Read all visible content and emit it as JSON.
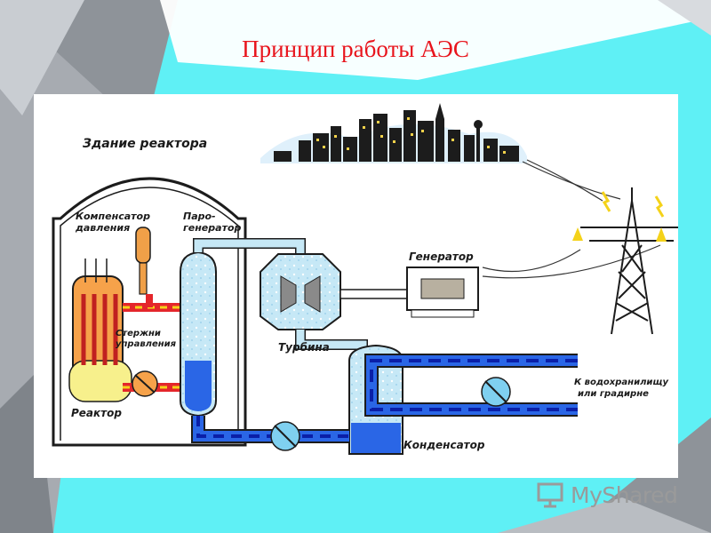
{
  "slide": {
    "title": "Принцип работы АЭС"
  },
  "diagram": {
    "labels": {
      "reactor_building": "Здание реактора",
      "pressurizer_line1": "Компенсатор",
      "pressurizer_line2": "давления",
      "steam_gen_line1": "Паро-",
      "steam_gen_line2": "генератор",
      "control_rods_line1": "Стержни",
      "control_rods_line2": "управления",
      "reactor": "Реактор",
      "turbine": "Турбина",
      "generator": "Генератор",
      "condenser": "Конденсатор",
      "reservoir_line1": "К водохранилищу",
      "reservoir_line2": "или градирне"
    },
    "colors": {
      "hot_loop": "#e4262b",
      "hot_dash": "#f5d21a",
      "cold_water": "#1f5fe0",
      "cold_dash": "#0a1fa8",
      "steam": "#bfe4f4",
      "reactor_fill": "#f7f08c",
      "vessel": "#f0b060"
    }
  },
  "watermark": {
    "text": "MyShared"
  },
  "theme": {
    "cyan_bg": "#5ff0f5",
    "gray_shard": "#9a9ea4",
    "title_color": "#e8141c"
  }
}
